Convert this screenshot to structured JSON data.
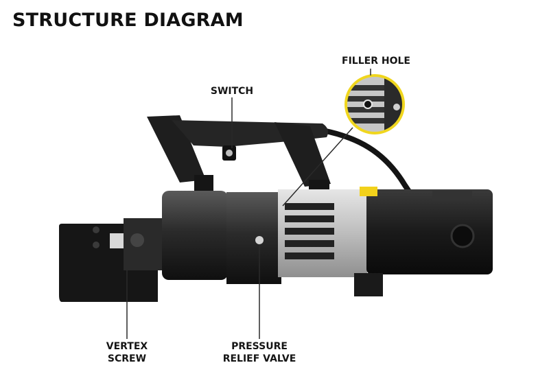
{
  "title": "STRUCTURE DIAGRAM",
  "labels": {
    "switch": "SWITCH",
    "filler_hole": "FILLER HOLE",
    "vertex_screw_line1": "VERTEX",
    "vertex_screw_line2": "SCREW",
    "pressure_relief_line1": "PRESSURE",
    "pressure_relief_line2": "RELIEF VALVE"
  },
  "colors": {
    "body_black": "#1c1c1c",
    "motor_silver": "#c9c9c9",
    "warning_yellow": "#f2d11b",
    "callout_ring": "#f0d61e",
    "leader_line": "#2a2a2a"
  }
}
